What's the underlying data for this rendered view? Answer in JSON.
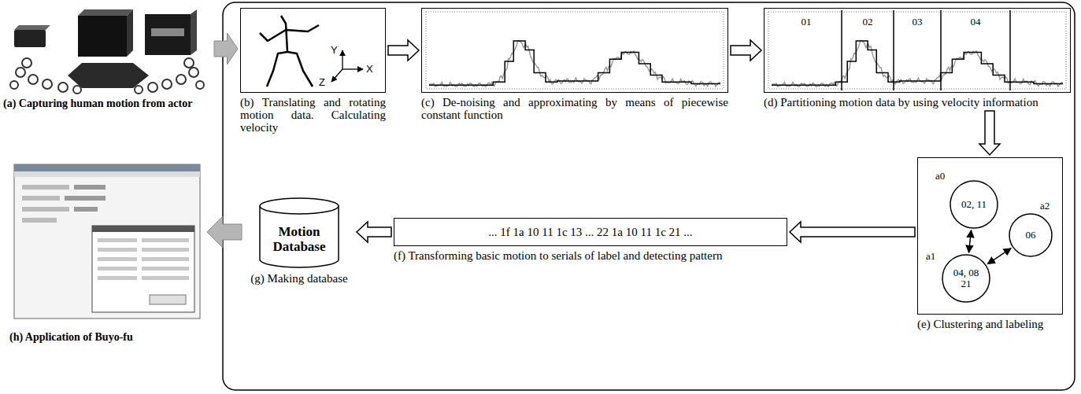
{
  "diagram": {
    "nodes": [
      {
        "text": [
          "(a) Capturing human motion from actor"
        ]
      },
      {
        "text": [
          "(b) Translating and rotating motion data. Calculating velocity"
        ]
      },
      {
        "text": [
          "(c) De-noising and approximating by means of piecewise constant function"
        ]
      },
      {
        "text": [
          "(d) Partitioning motion data by using velocity information"
        ]
      },
      {
        "text": [
          "(e) Clustering and labeling"
        ]
      },
      {
        "text": [
          "a0",
          "02, 11"
        ],
        "in": 4
      },
      {
        "text": [
          "a1",
          "04, 08 21"
        ],
        "in": 4
      },
      {
        "text": [
          "a2",
          "06"
        ],
        "in": 4
      },
      {
        "text": [
          "... 1f 1a 10 11 1c 13 ... 22 1a 10 11 1c 21 ...",
          "(f) Transforming basic motion to serials of label and detecting pattern"
        ]
      },
      {
        "text": [
          "Motion Database",
          "(g) Making database"
        ]
      },
      {
        "text": [
          "(h) Application of Buyo-fu"
        ]
      }
    ],
    "edges": [
      {
        "from": 0,
        "to": 1,
        "arrow": "to"
      },
      {
        "from": 1,
        "to": 2,
        "arrow": "to"
      },
      {
        "from": 2,
        "to": 3,
        "arrow": "to"
      },
      {
        "from": 3,
        "to": 4,
        "arrow": "to"
      },
      {
        "from": 4,
        "to": 8,
        "arrow": "to"
      },
      {
        "from": 8,
        "to": 9,
        "arrow": "to"
      },
      {
        "from": 9,
        "to": 10,
        "arrow": "to"
      },
      {
        "from": 5,
        "to": 6,
        "arrow": "both"
      },
      {
        "from": 6,
        "to": 7,
        "arrow": "both"
      }
    ],
    "labels": [
      "Y",
      "Z",
      "X",
      "01",
      "02",
      "03",
      "04"
    ]
  }
}
